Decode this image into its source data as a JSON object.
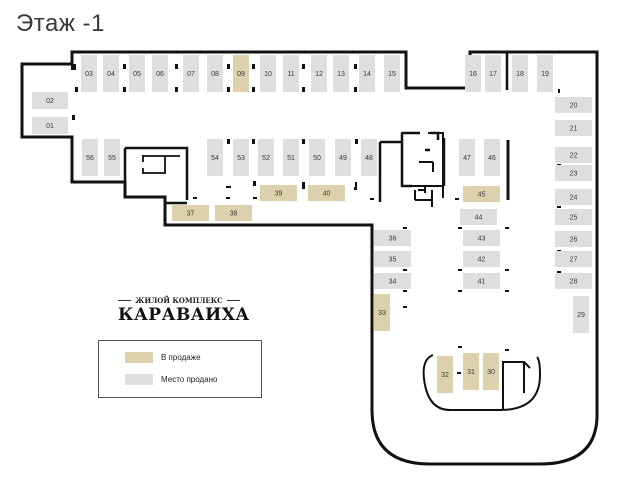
{
  "title": "Этаж -1",
  "colors": {
    "for_sale": "#ddd0ad",
    "sold": "#dedede",
    "wall": "#111111"
  },
  "brand": {
    "subtitle": "ЖИЛОЙ КОМПЛЕКС",
    "name": "КАРАВАИХА"
  },
  "legend": {
    "items": [
      {
        "status": "for_sale",
        "label": "В продаже"
      },
      {
        "status": "sold",
        "label": "Место продано"
      }
    ]
  },
  "parking_spots": [
    {
      "id": "01",
      "status": "sold"
    },
    {
      "id": "02",
      "status": "sold"
    },
    {
      "id": "03",
      "status": "sold"
    },
    {
      "id": "04",
      "status": "sold"
    },
    {
      "id": "05",
      "status": "sold"
    },
    {
      "id": "06",
      "status": "sold"
    },
    {
      "id": "07",
      "status": "sold"
    },
    {
      "id": "08",
      "status": "sold"
    },
    {
      "id": "09",
      "status": "for_sale"
    },
    {
      "id": "10",
      "status": "sold"
    },
    {
      "id": "11",
      "status": "sold"
    },
    {
      "id": "12",
      "status": "sold"
    },
    {
      "id": "13",
      "status": "sold"
    },
    {
      "id": "14",
      "status": "sold"
    },
    {
      "id": "15",
      "status": "sold"
    },
    {
      "id": "16",
      "status": "sold"
    },
    {
      "id": "17",
      "status": "sold"
    },
    {
      "id": "18",
      "status": "sold"
    },
    {
      "id": "19",
      "status": "sold"
    },
    {
      "id": "20",
      "status": "sold"
    },
    {
      "id": "21",
      "status": "sold"
    },
    {
      "id": "22",
      "status": "sold"
    },
    {
      "id": "23",
      "status": "sold"
    },
    {
      "id": "24",
      "status": "sold"
    },
    {
      "id": "25",
      "status": "sold"
    },
    {
      "id": "26",
      "status": "sold"
    },
    {
      "id": "27",
      "status": "sold"
    },
    {
      "id": "28",
      "status": "sold"
    },
    {
      "id": "29",
      "status": "sold"
    },
    {
      "id": "30",
      "status": "for_sale"
    },
    {
      "id": "31",
      "status": "for_sale"
    },
    {
      "id": "32",
      "status": "for_sale"
    },
    {
      "id": "33",
      "status": "for_sale"
    },
    {
      "id": "34",
      "status": "sold"
    },
    {
      "id": "35",
      "status": "sold"
    },
    {
      "id": "36",
      "status": "sold"
    },
    {
      "id": "37",
      "status": "for_sale"
    },
    {
      "id": "38",
      "status": "for_sale"
    },
    {
      "id": "39",
      "status": "for_sale"
    },
    {
      "id": "40",
      "status": "for_sale"
    },
    {
      "id": "41",
      "status": "sold"
    },
    {
      "id": "42",
      "status": "sold"
    },
    {
      "id": "43",
      "status": "sold"
    },
    {
      "id": "44",
      "status": "sold"
    },
    {
      "id": "45",
      "status": "for_sale"
    },
    {
      "id": "46",
      "status": "sold"
    },
    {
      "id": "47",
      "status": "sold"
    },
    {
      "id": "48",
      "status": "sold"
    },
    {
      "id": "49",
      "status": "sold"
    },
    {
      "id": "50",
      "status": "sold"
    },
    {
      "id": "51",
      "status": "sold"
    },
    {
      "id": "52",
      "status": "sold"
    },
    {
      "id": "53",
      "status": "sold"
    },
    {
      "id": "54",
      "status": "sold"
    },
    {
      "id": "55",
      "status": "sold"
    },
    {
      "id": "56",
      "status": "sold"
    }
  ]
}
